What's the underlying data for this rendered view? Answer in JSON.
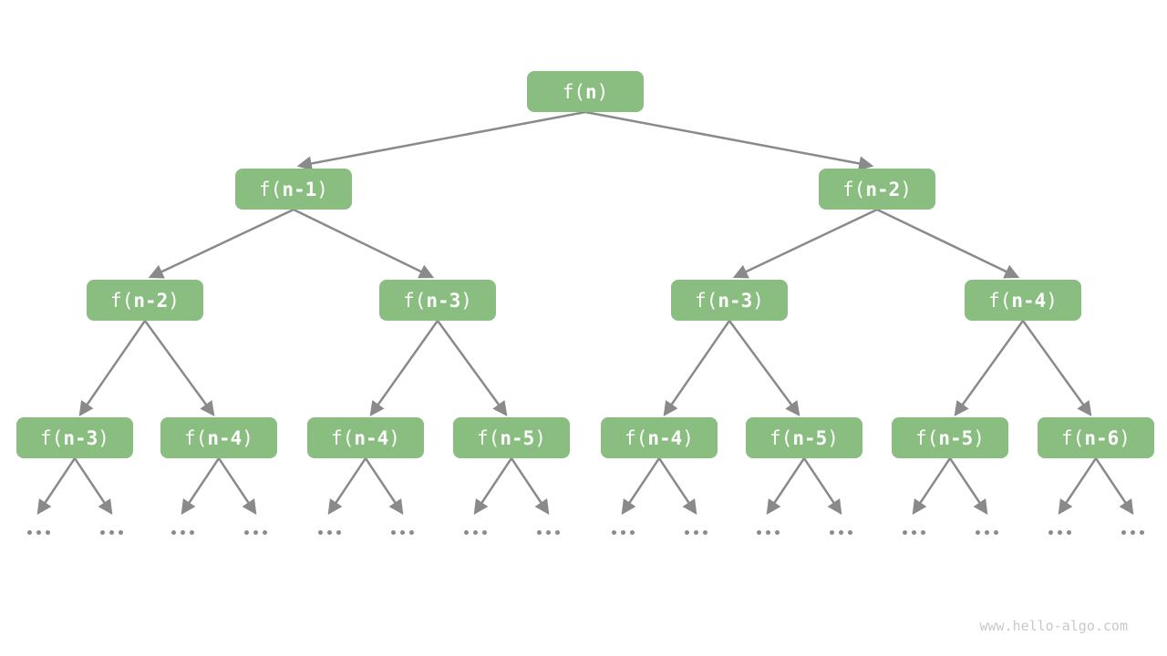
{
  "tree": {
    "levels": [
      [
        "f(n)"
      ],
      [
        "f(n-1)",
        "f(n-2)"
      ],
      [
        "f(n-2)",
        "f(n-3)",
        "f(n-3)",
        "f(n-4)"
      ],
      [
        "f(n-3)",
        "f(n-4)",
        "f(n-4)",
        "f(n-5)",
        "f(n-4)",
        "f(n-5)",
        "f(n-5)",
        "f(n-6)"
      ]
    ],
    "leaf_ellipsis": "...",
    "leaf_group_count": 16
  },
  "watermark": {
    "text": "www.hello-algo.com"
  },
  "colors": {
    "background": "#ffffff",
    "node_fill": "#8abe81",
    "node_text": "#ffffff",
    "arrow": "#8a8a8a",
    "ellipsis_dot": "#8a8a8a",
    "watermark_text": "#c8c8c8"
  }
}
